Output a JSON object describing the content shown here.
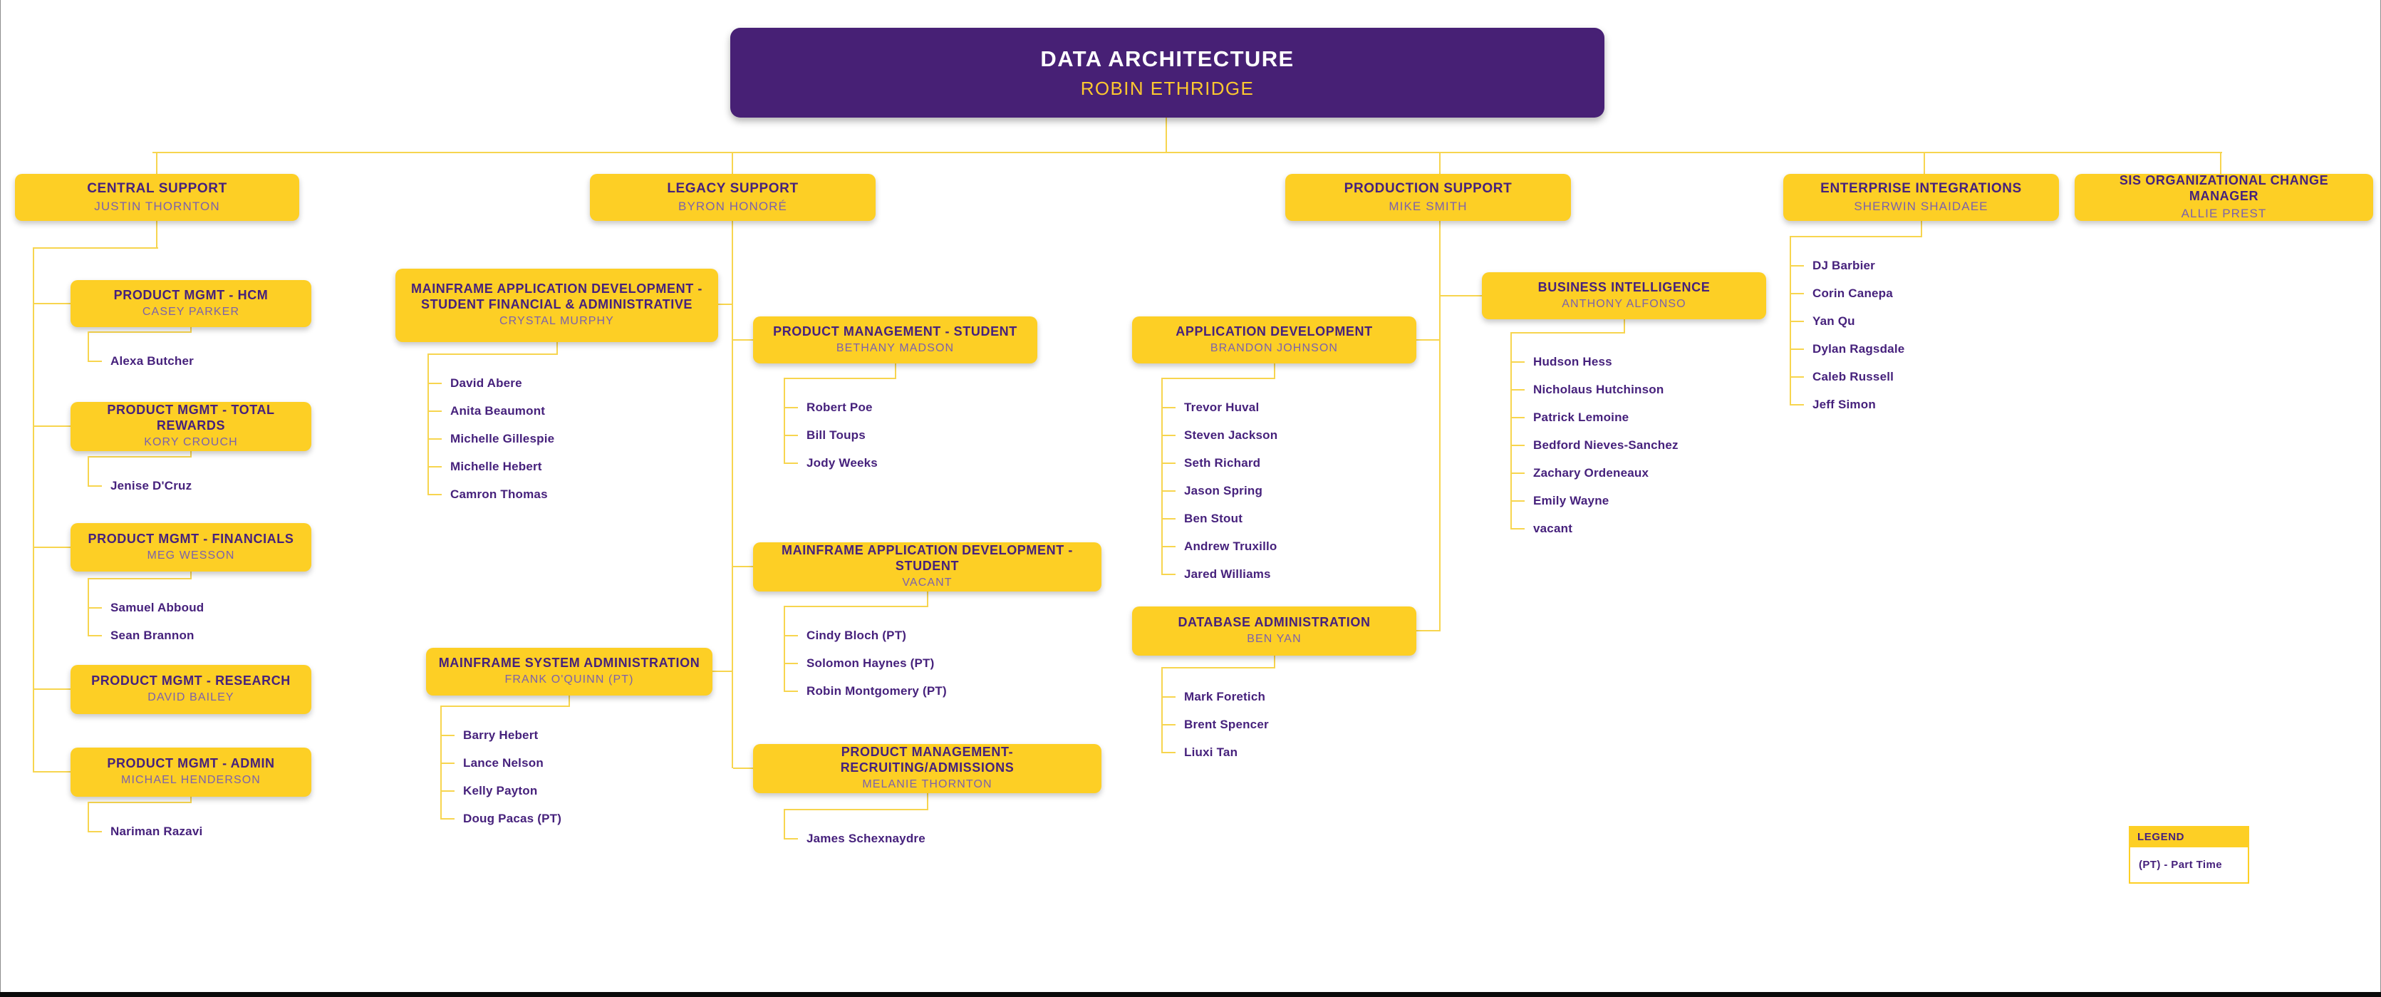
{
  "colors": {
    "purple": "#472075",
    "gold": "#FDCF25",
    "title_purple": "#46217C",
    "name_purple": "#7B61AD",
    "connector_gold": "#F7D54F"
  },
  "org": {
    "root": {
      "title": "DATA ARCHITECTURE",
      "name": "ROBIN ETHRIDGE"
    },
    "branches": [
      {
        "title": "CENTRAL SUPPORT",
        "name": "JUSTIN THORNTON",
        "teams": [
          {
            "title": "PRODUCT MGMT - HCM",
            "name": "CASEY PARKER",
            "reports": [
              "Alexa Butcher"
            ]
          },
          {
            "title": "PRODUCT MGMT - TOTAL REWARDS",
            "name": "KORY CROUCH",
            "reports": [
              "Jenise D'Cruz"
            ]
          },
          {
            "title": "PRODUCT MGMT - FINANCIALS",
            "name": "MEG WESSON",
            "reports": [
              "Samuel Abboud",
              "Sean Brannon"
            ]
          },
          {
            "title": "PRODUCT MGMT - RESEARCH",
            "name": "DAVID BAILEY",
            "reports": []
          },
          {
            "title": "PRODUCT MGMT - ADMIN",
            "name": "MICHAEL HENDERSON",
            "reports": [
              "Nariman Razavi"
            ]
          }
        ]
      },
      {
        "title": "LEGACY SUPPORT",
        "name": "BYRON HONORÉ",
        "teams": [
          {
            "title": "MAINFRAME APPLICATION DEVELOPMENT - STUDENT FINANCIAL & ADMINISTRATIVE",
            "name": "CRYSTAL MURPHY",
            "reports": [
              "David Abere",
              "Anita Beaumont",
              "Michelle Gillespie",
              "Michelle Hebert",
              "Camron Thomas"
            ]
          },
          {
            "title": "PRODUCT MANAGEMENT - STUDENT",
            "name": "BETHANY MADSON",
            "reports": [
              "Robert Poe",
              "Bill Toups",
              "Jody Weeks"
            ]
          },
          {
            "title": "MAINFRAME APPLICATION DEVELOPMENT - STUDENT",
            "name": "VACANT",
            "reports": [
              "Cindy Bloch (PT)",
              "Solomon Haynes (PT)",
              "Robin Montgomery (PT)"
            ]
          },
          {
            "title": "MAINFRAME SYSTEM ADMINISTRATION",
            "name": "FRANK O'QUINN (PT)",
            "reports": [
              "Barry Hebert",
              "Lance Nelson",
              "Kelly Payton",
              "Doug Pacas (PT)"
            ]
          },
          {
            "title": "PRODUCT MANAGEMENT- RECRUITING/ADMISSIONS",
            "name": "MELANIE THORNTON",
            "reports": [
              "James Schexnaydre"
            ]
          }
        ]
      },
      {
        "title": "PRODUCTION SUPPORT",
        "name": "MIKE SMITH",
        "teams": [
          {
            "title": "BUSINESS INTELLIGENCE",
            "name": "ANTHONY ALFONSO",
            "reports": [
              "Hudson Hess",
              "Nicholaus Hutchinson",
              "Patrick Lemoine",
              "Bedford Nieves-Sanchez",
              "Zachary Ordeneaux",
              "Emily Wayne",
              "vacant"
            ]
          },
          {
            "title": "APPLICATION DEVELOPMENT",
            "name": "BRANDON JOHNSON",
            "reports": [
              "Trevor Huval",
              "Steven Jackson",
              "Seth Richard",
              "Jason Spring",
              "Ben Stout",
              "Andrew Truxillo",
              "Jared Williams"
            ]
          },
          {
            "title": "DATABASE ADMINISTRATION",
            "name": "BEN YAN",
            "reports": [
              "Mark Foretich",
              "Brent Spencer",
              "Liuxi Tan"
            ]
          }
        ]
      },
      {
        "title": "ENTERPRISE INTEGRATIONS",
        "name": "SHERWIN SHAIDAEE",
        "reports": [
          "DJ Barbier",
          "Corin Canepa",
          "Yan Qu",
          "Dylan Ragsdale",
          "Caleb Russell",
          "Jeff Simon"
        ]
      },
      {
        "title": "SIS ORGANIZATIONAL CHANGE MANAGER",
        "name": "ALLIE PREST"
      }
    ]
  },
  "legend": {
    "title": "LEGEND",
    "entries": [
      "(PT) - Part Time"
    ]
  }
}
